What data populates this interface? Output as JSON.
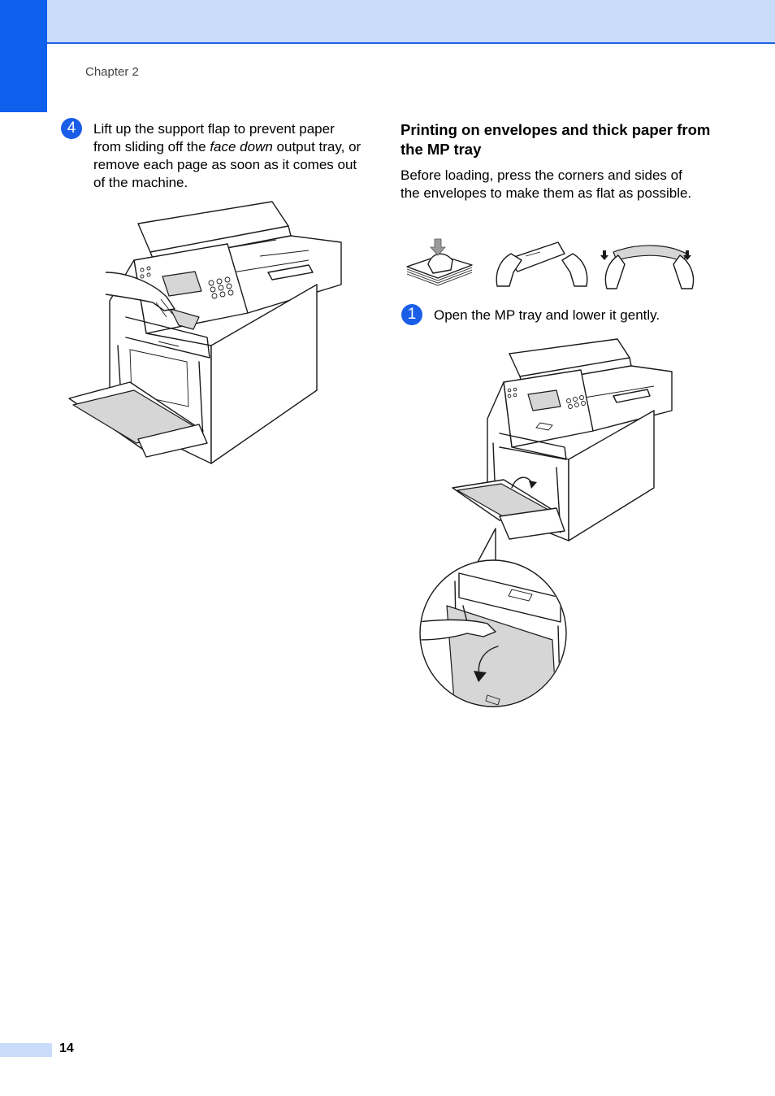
{
  "header": {
    "chapter": "Chapter 2"
  },
  "step4": {
    "number": "4",
    "text_before": "Lift up the support flap to prevent paper from sliding off the ",
    "text_italic": "face down",
    "text_after": " output tray, or remove each page as soon as it comes out of the machine."
  },
  "section": {
    "heading": "Printing on envelopes and thick paper from the MP tray",
    "intro": "Before loading, press the corners and sides of the envelopes to make them as flat as possible."
  },
  "step1": {
    "number": "1",
    "text": "Open the MP tray and lower it gently."
  },
  "footer": {
    "page_number": "14"
  },
  "colors": {
    "accent": "#1060ee",
    "band": "#c9dcfa"
  }
}
